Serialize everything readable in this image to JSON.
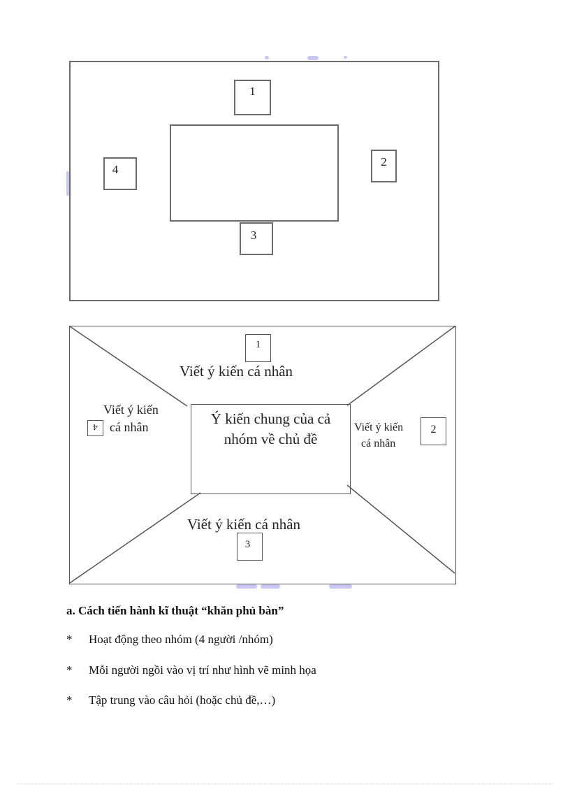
{
  "diagram1": {
    "seats": [
      {
        "id": "1",
        "label": "1"
      },
      {
        "id": "2",
        "label": "2"
      },
      {
        "id": "3",
        "label": "3"
      },
      {
        "id": "4",
        "label": "4"
      }
    ]
  },
  "diagram2": {
    "seats": [
      {
        "id": "1",
        "label": "1"
      },
      {
        "id": "2",
        "label": "2"
      },
      {
        "id": "3",
        "label": "3"
      },
      {
        "id": "4",
        "label": "4"
      }
    ],
    "zones": {
      "top": "Viết ý kiến cá nhân",
      "bottom": "Viết ý kiến cá nhân",
      "left_line1": "Viết ý kiến",
      "left_line2": "cá nhân",
      "right_line1": "Viết ý kiến",
      "right_line2": "cá nhân"
    },
    "center_line1": "Ý kiến chung của cả",
    "center_line2": "nhóm về chủ đề"
  },
  "section": {
    "heading": "a. Cách tiến hành kĩ thuật “khăn phủ bàn”",
    "bullet_symbol": "*",
    "bullets": [
      "Hoạt động theo nhóm (4 người /nhóm)",
      "Mỗi người ngồi vào vị trí như hình vẽ minh họa",
      "Tập trung vào câu hỏi (hoặc chủ đề,…)"
    ]
  },
  "colors": {
    "line": "#6b6b6b",
    "watermark": "#b8b4ef"
  }
}
